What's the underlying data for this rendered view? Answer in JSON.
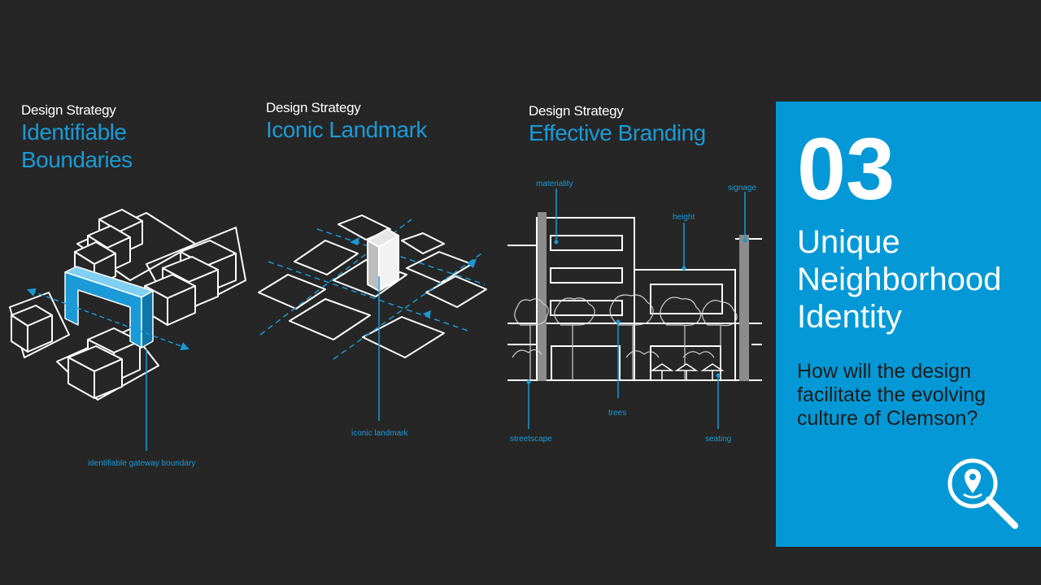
{
  "strategies": [
    {
      "kicker": "Design Strategy",
      "title_line1": "Identifiable",
      "title_line2": "Boundaries"
    },
    {
      "kicker": "Design Strategy",
      "title_line1": "Iconic Landmark"
    },
    {
      "kicker": "Design Strategy",
      "title_line1": "Effective Branding"
    }
  ],
  "labels": {
    "gateway": "identifiable gateway boundary",
    "landmark": "iconic landmark",
    "materiality": "materiality",
    "signage": "signage",
    "height": "height",
    "trees": "trees",
    "streetscape": "streetscape",
    "seating": "seating"
  },
  "panel": {
    "number": "03",
    "title_line1": "Unique",
    "title_line2": "Neighborhood",
    "title_line3": "Identity",
    "question": "How will the design facilitate the evolving culture of Clemson?",
    "icon": "location-search-icon"
  },
  "colors": {
    "accent": "#1a9ad6",
    "panel": "#0499d6",
    "background": "#262626"
  }
}
